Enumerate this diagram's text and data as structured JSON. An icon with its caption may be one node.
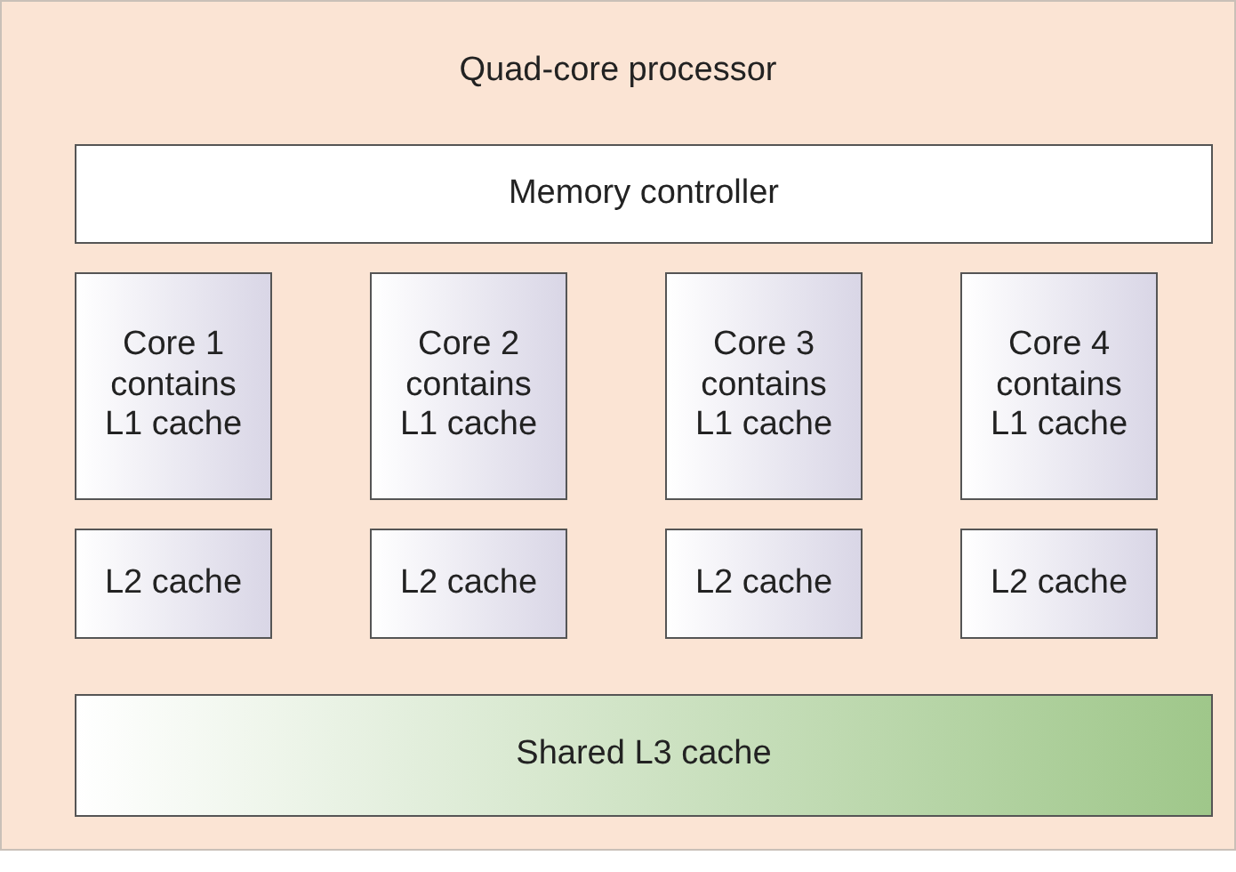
{
  "diagram": {
    "nodes": [
      {
        "text": [
          "Quad-core processor"
        ]
      },
      {
        "text": [
          "Memory controller"
        ],
        "in": 0
      },
      {
        "text": [
          "Core 1 contains L1 cache"
        ],
        "in": 0
      },
      {
        "text": [
          "Core 2 contains L1 cache"
        ],
        "in": 0
      },
      {
        "text": [
          "Core 3 contains L1 cache"
        ],
        "in": 0
      },
      {
        "text": [
          "Core 4 contains L1 cache"
        ],
        "in": 0
      },
      {
        "text": [
          "L2 cache"
        ],
        "in": 0
      },
      {
        "text": [
          "L2 cache"
        ],
        "in": 0
      },
      {
        "text": [
          "L2 cache"
        ],
        "in": 0
      },
      {
        "text": [
          "L2 cache"
        ],
        "in": 0
      },
      {
        "text": [
          "Shared L3 cache"
        ],
        "in": 0
      }
    ]
  }
}
